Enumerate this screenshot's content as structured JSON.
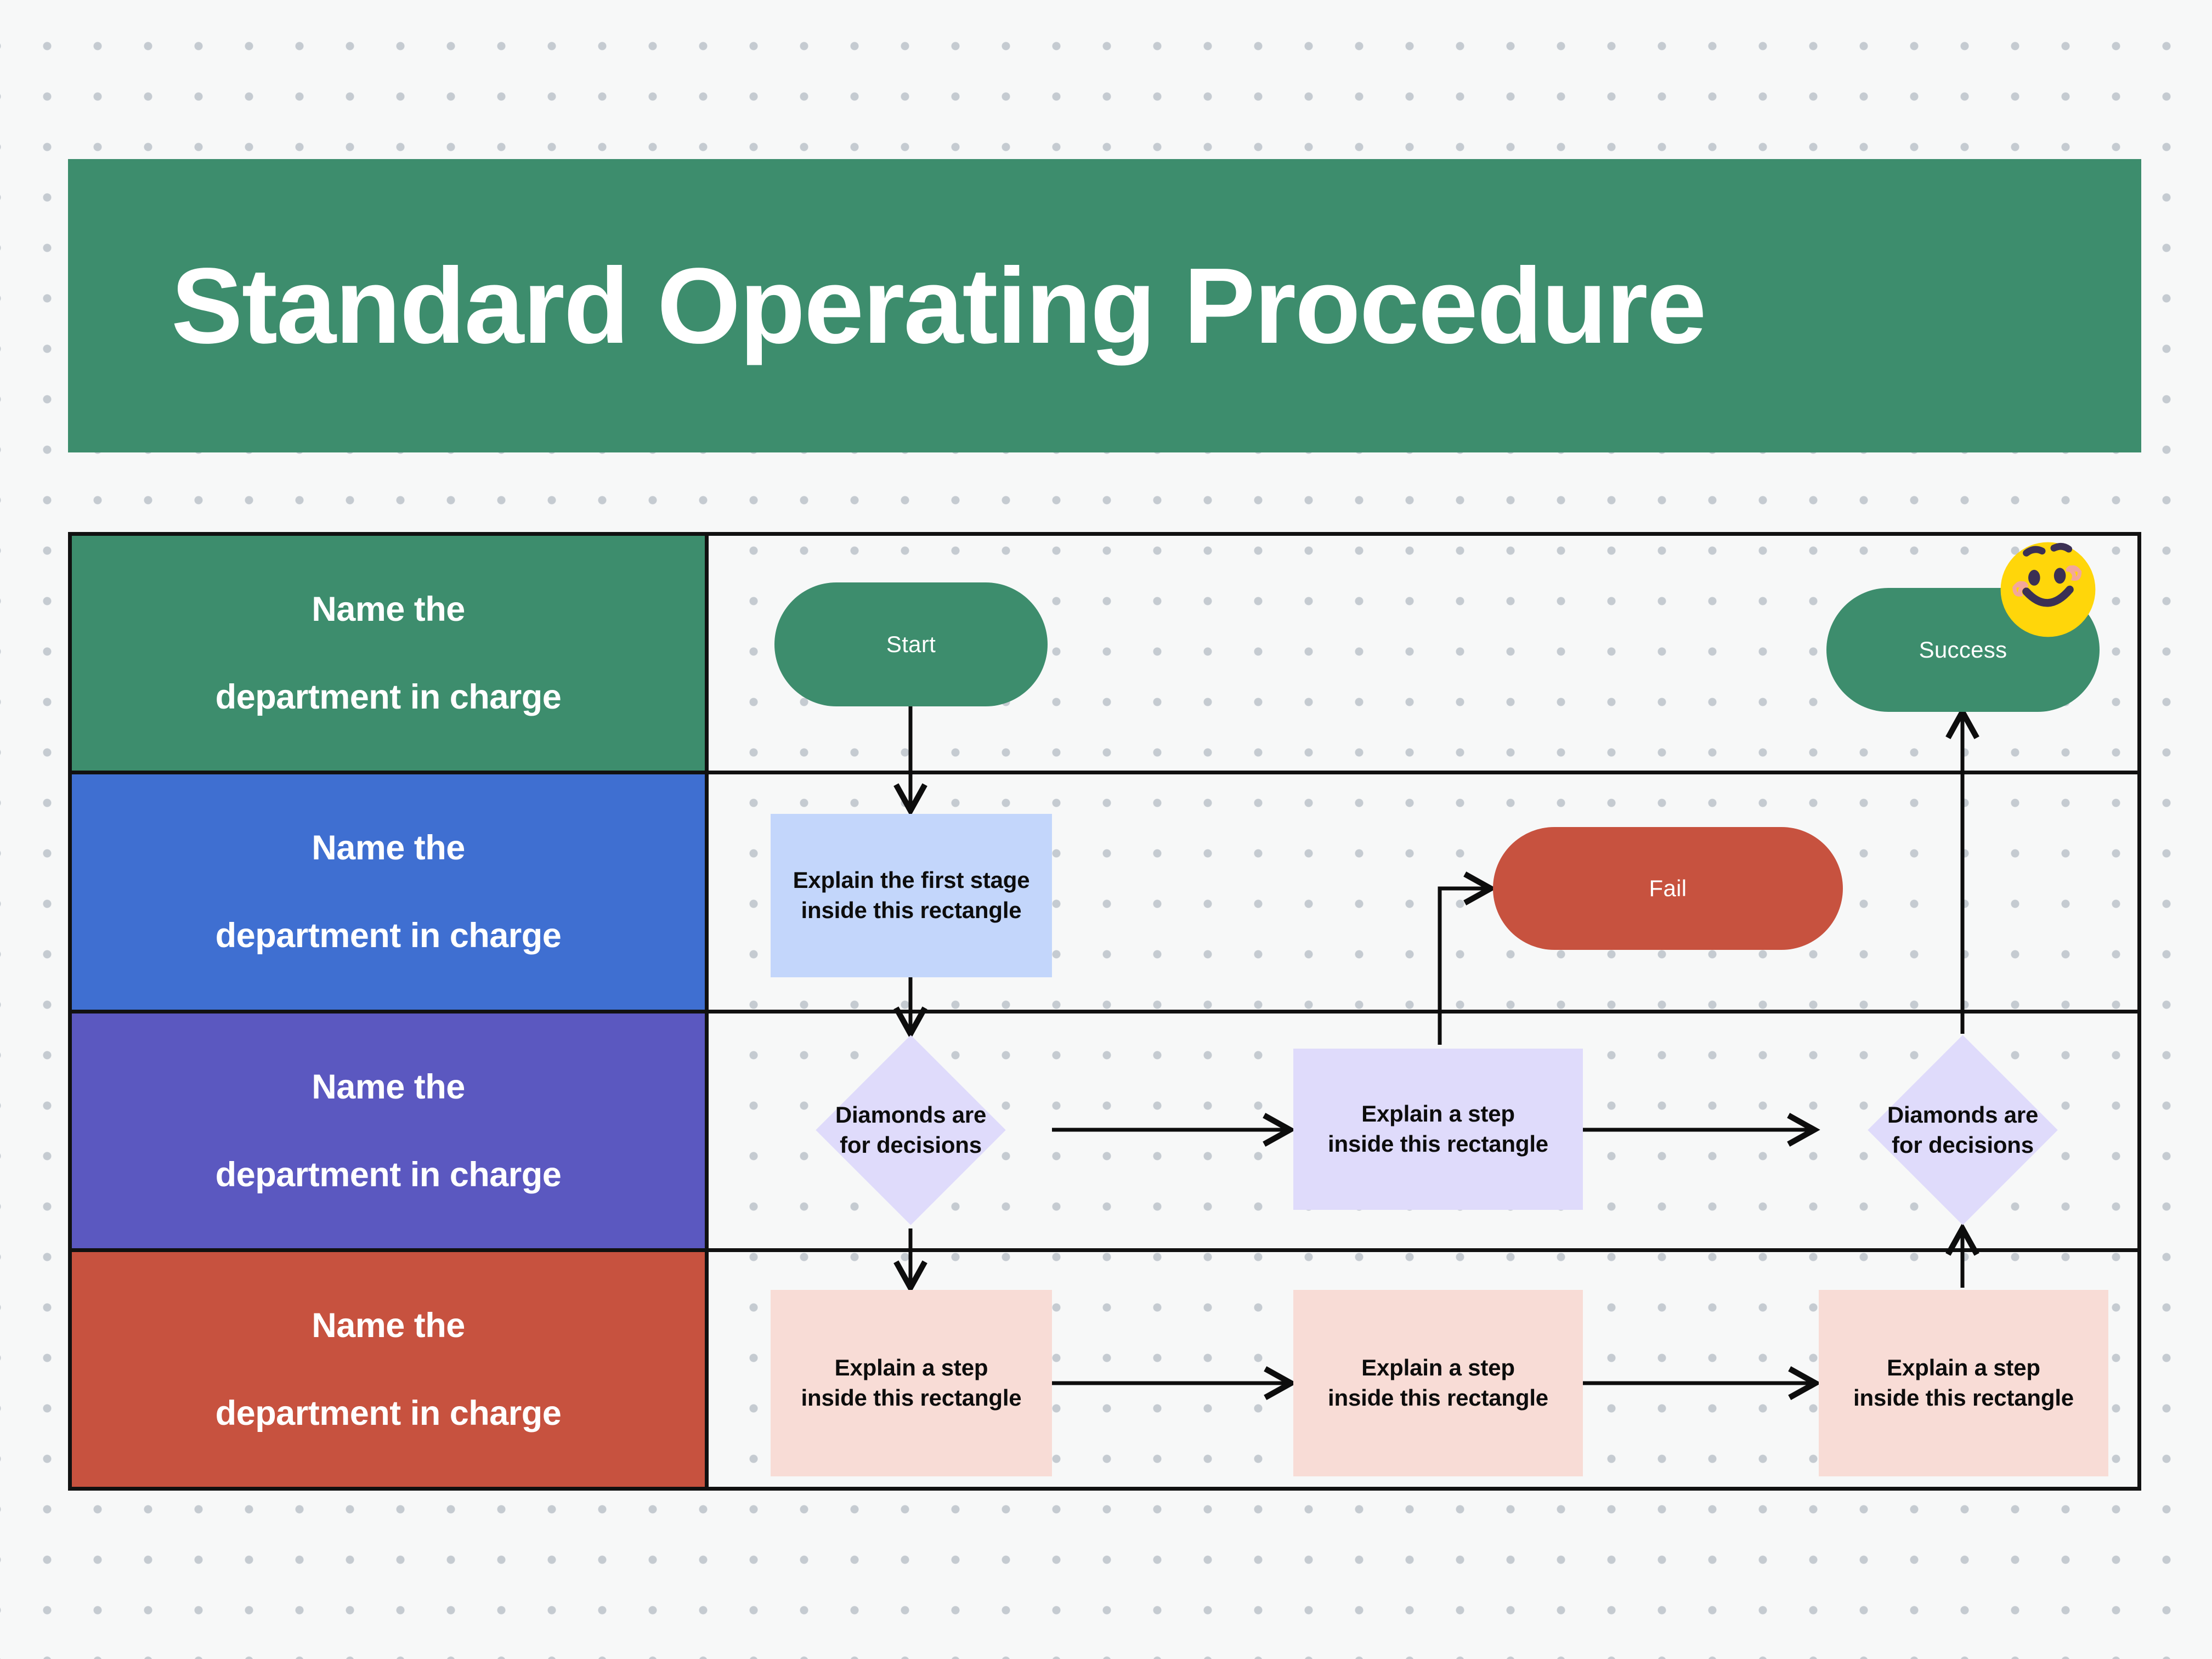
{
  "document": {
    "title": "Standard Operating Procedure",
    "type": "swimlane-flowchart",
    "background_color": "#f7f8f8",
    "banner_color": "#3d8d6d",
    "banner_text_color": "#ffffff"
  },
  "lanes": [
    {
      "id": "lane-1",
      "label": "Name the\ndepartment in charge",
      "line1": "Name the",
      "line2": "department in charge",
      "color": "#3d8d6d"
    },
    {
      "id": "lane-2",
      "label": "Name the\ndepartment in charge",
      "line1": "Name the",
      "line2": "department in charge",
      "color": "#3f6fd1"
    },
    {
      "id": "lane-3",
      "label": "Name the\ndepartment in charge",
      "line1": "Name the",
      "line2": "department in charge",
      "color": "#5b58c0"
    },
    {
      "id": "lane-4",
      "label": "Name the\ndepartment in charge",
      "line1": "Name the",
      "line2": "department in charge",
      "color": "#c7523f"
    }
  ],
  "nodes": {
    "start": {
      "label": "Start",
      "shape": "pill",
      "fill": "#3d8d6d",
      "text_color": "#ffffff",
      "lane": 1
    },
    "success": {
      "label": "Success",
      "shape": "pill",
      "fill": "#3d8d6d",
      "text_color": "#ffffff",
      "lane": 1
    },
    "first_stage": {
      "line1": "Explain the first stage",
      "line2": "inside this rectangle",
      "shape": "rect",
      "fill": "#c3d6fb",
      "text_color": "#0d0d0d",
      "lane": 2
    },
    "fail": {
      "label": "Fail",
      "shape": "pill",
      "fill": "#c7523f",
      "text_color": "#ffffff",
      "lane": 2
    },
    "decision_left": {
      "line1": "Diamonds are",
      "line2": "for decisions",
      "shape": "diamond",
      "fill": "#dfdbfb",
      "text_color": "#0d0d0d",
      "lane": 3
    },
    "step_mid_purple": {
      "line1": "Explain a step",
      "line2": "inside this rectangle",
      "shape": "rect",
      "fill": "#dfdbfb",
      "text_color": "#0d0d0d",
      "lane": 3
    },
    "decision_right": {
      "line1": "Diamonds are",
      "line2": "for decisions",
      "shape": "diamond",
      "fill": "#dfdbfb",
      "text_color": "#0d0d0d",
      "lane": 3
    },
    "step_pink_1": {
      "line1": "Explain a step",
      "line2": "inside this rectangle",
      "shape": "rect",
      "fill": "#f8dcd6",
      "text_color": "#0d0d0d",
      "lane": 4
    },
    "step_pink_2": {
      "line1": "Explain a step",
      "line2": "inside this rectangle",
      "shape": "rect",
      "fill": "#f8dcd6",
      "text_color": "#0d0d0d",
      "lane": 4
    },
    "step_pink_3": {
      "line1": "Explain a step",
      "line2": "inside this rectangle",
      "shape": "rect",
      "fill": "#f8dcd6",
      "text_color": "#0d0d0d",
      "lane": 4
    }
  },
  "sticker": {
    "name": "smiling-face-with-blush-emoji",
    "face_color": "#ffd60a",
    "feature_color": "#3b3054",
    "cheek_color": "#f3a79a"
  },
  "connectors": [
    {
      "from": "start",
      "to": "first_stage",
      "direction": "down"
    },
    {
      "from": "first_stage",
      "to": "decision_left",
      "direction": "down"
    },
    {
      "from": "decision_left",
      "to": "step_mid_purple",
      "direction": "right"
    },
    {
      "from": "decision_left",
      "to": "step_pink_1",
      "direction": "down"
    },
    {
      "from": "step_mid_purple",
      "to": "decision_right",
      "direction": "right"
    },
    {
      "from": "step_mid_purple",
      "to": "fail",
      "direction": "up-right"
    },
    {
      "from": "step_pink_1",
      "to": "step_pink_2",
      "direction": "right"
    },
    {
      "from": "step_pink_2",
      "to": "step_pink_3",
      "direction": "right"
    },
    {
      "from": "step_pink_3",
      "to": "decision_right",
      "direction": "up"
    },
    {
      "from": "decision_right",
      "to": "success",
      "direction": "up"
    }
  ]
}
